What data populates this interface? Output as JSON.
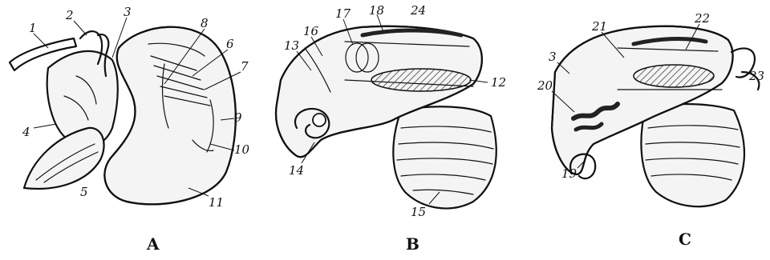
{
  "panels": [
    {
      "letter": "A",
      "labels": [
        "1",
        "2",
        "3",
        "8",
        "6",
        "7",
        "9",
        "10",
        "11",
        "4",
        "5"
      ]
    },
    {
      "letter": "B",
      "labels": [
        "13",
        "16",
        "17",
        "18",
        "24",
        "12",
        "14",
        "15"
      ]
    },
    {
      "letter": "C",
      "labels": [
        "21",
        "22",
        "3",
        "20",
        "23",
        "19"
      ]
    }
  ]
}
